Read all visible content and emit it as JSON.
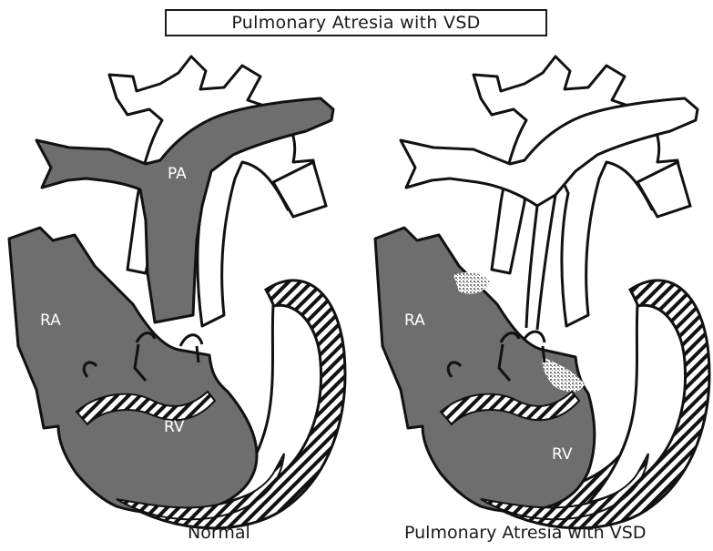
{
  "title": "Pulmonary Atresia with VSD",
  "panels": [
    {
      "caption": "Normal",
      "labels": {
        "pa": "PA",
        "ra": "RA",
        "rv": "RV"
      }
    },
    {
      "caption": "Pulmonary Atresia with VSD",
      "labels": {
        "ra": "RA",
        "rv": "RV"
      }
    }
  ],
  "colors": {
    "blood_gray": "#6e6e6e",
    "outline": "#111111",
    "background": "#ffffff"
  }
}
